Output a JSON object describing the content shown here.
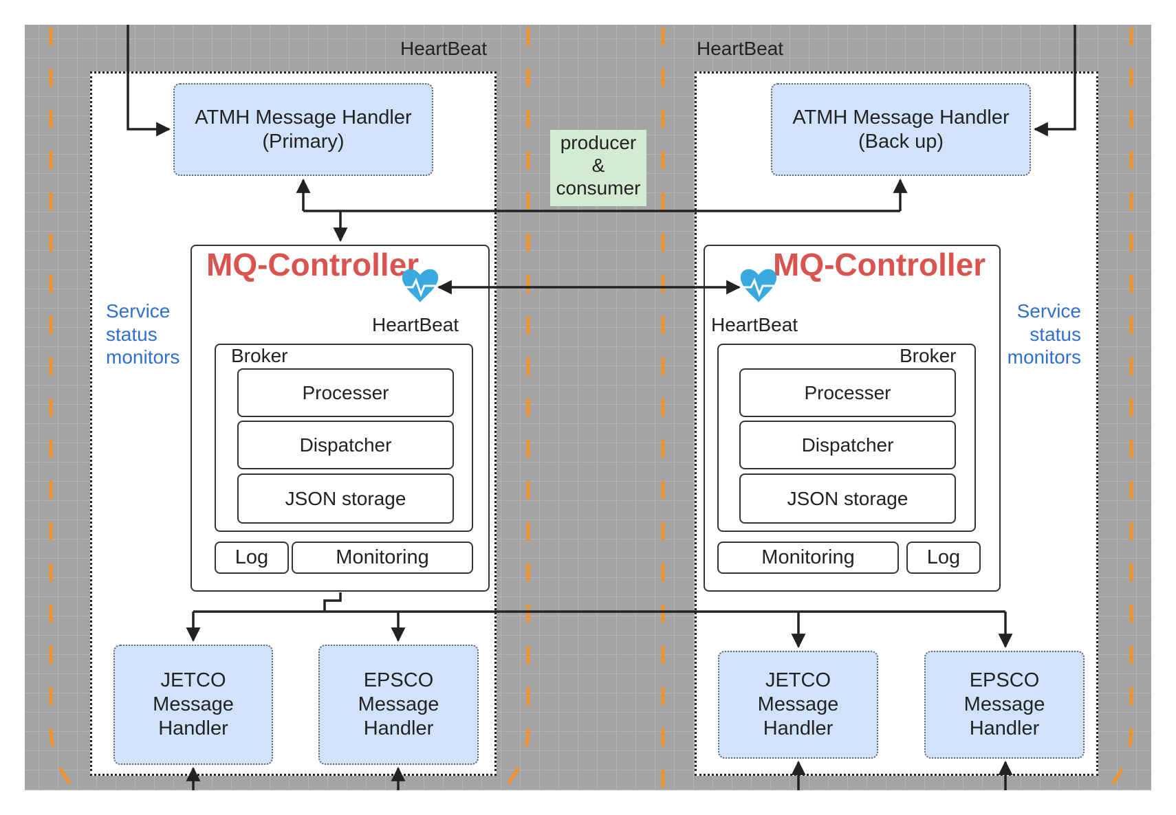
{
  "colors": {
    "canvas_gray": "#a6a6a6",
    "grid_line": "#b8b8b8",
    "lane_orange": "#f0922d",
    "handler_fill": "#d1e3fb",
    "mq_title": "#d9534f",
    "monitor_text": "#2f6fd0",
    "producer_fill": "#d3ecd1",
    "heart_icon": "#3aa9e0"
  },
  "left": {
    "heartbeat_top": "HeartBeat",
    "atmh": "ATMH Message Handler\n(Primary)",
    "mq_title": "MQ-Controller",
    "heartbeat_label": "HeartBeat",
    "broker_label": "Broker",
    "processer": "Processer",
    "dispatcher": "Dispatcher",
    "json_storage": "JSON storage",
    "log": "Log",
    "monitoring": "Monitoring",
    "monitors": "Service\nstatus\nmonitors",
    "jetco": "JETCO\nMessage\nHandler",
    "epsco": "EPSCO\nMessage\nHandler"
  },
  "right": {
    "heartbeat_top": "HeartBeat",
    "atmh": "ATMH Message Handler\n(Back up)",
    "mq_title": "MQ-Controller",
    "heartbeat_label": "HeartBeat",
    "broker_label": "Broker",
    "processer": "Processer",
    "dispatcher": "Dispatcher",
    "json_storage": "JSON storage",
    "log": "Log",
    "monitoring": "Monitoring",
    "monitors": "Service\nstatus\nmonitors",
    "jetco": "JETCO\nMessage\nHandler",
    "epsco": "EPSCO\nMessage\nHandler"
  },
  "center": {
    "producer_consumer": "producer\n&\nconsumer"
  }
}
